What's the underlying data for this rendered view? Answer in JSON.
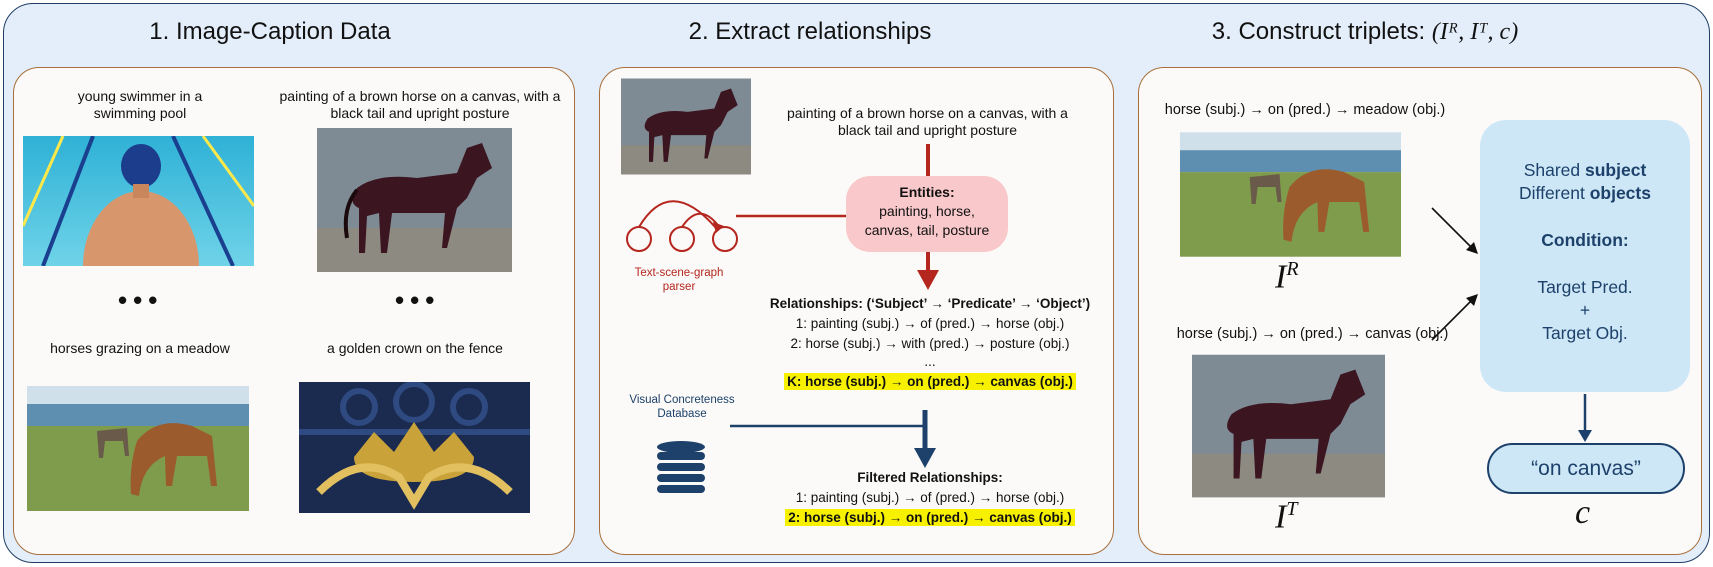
{
  "titles": {
    "panel1": "1. Image-Caption Data",
    "panel2": "2. Extract relationships",
    "panel3_prefix": "3. Construct triplets: ",
    "panel3_math": "(Iᴿ, Iᵀ, c)"
  },
  "panel1": {
    "cap_swimmer": "young swimmer in a swimming pool",
    "cap_painting": "painting of a brown horse on a canvas, with a black tail and upright posture",
    "cap_horses": "horses grazing on a meadow",
    "cap_crown": "a golden crown on the fence",
    "dots": "•••"
  },
  "panel2": {
    "caption": "painting of a brown horse on a canvas, with a black tail and upright posture",
    "entities_title": "Entities:",
    "entities_text": "painting, horse, canvas, tail, posture",
    "parser_label": "Text-scene-graph parser",
    "rel_title": "Relationships: (‘Subject’ → ‘Predicate’ → ‘Object’)",
    "rel_1": "1: painting (subj.) → of (pred.) → horse (obj.)",
    "rel_2": "2: horse (subj.) → with (pred.) → posture (obj.)",
    "rel_ellipsis": "...",
    "rel_k": "K: horse (subj.) → on (pred.) → canvas (obj.)",
    "vcd_label": "Visual Concreteness Database",
    "filtered_title": "Filtered Relationships:",
    "filtered_1": "1: painting (subj.) → of (pred.) → horse (obj.)",
    "filtered_2": "2: horse (subj.) → on (pred.) → canvas (obj.)"
  },
  "panel3": {
    "rel_ref": "horse (subj.) → on (pred.) → meadow (obj.)",
    "rel_tgt": "horse (subj.) → on (pred.) → canvas (obj.)",
    "label_ref": "I",
    "label_ref_sup": "R",
    "label_tgt": "I",
    "label_tgt_sup": "T",
    "box_shared_prefix": "Shared ",
    "box_shared_bold": "subject",
    "box_diff_prefix": "Different ",
    "box_diff_bold": "objects",
    "box_condition": "Condition:",
    "box_target_pred": "Target Pred.",
    "box_plus": "+",
    "box_target_obj": "Target Obj.",
    "condition_pill": "“on canvas”",
    "label_c": "c"
  },
  "colors": {
    "panel_border": "#a86f3b",
    "outer_border": "#1f3f66",
    "outer_fill": "#e4eefa",
    "highlight": "#f7f100",
    "entities_fill": "#f9c8cb",
    "red_arrow": "#b5261e",
    "navy_arrow": "#1d416b",
    "condition_box": "#cde7f7"
  }
}
